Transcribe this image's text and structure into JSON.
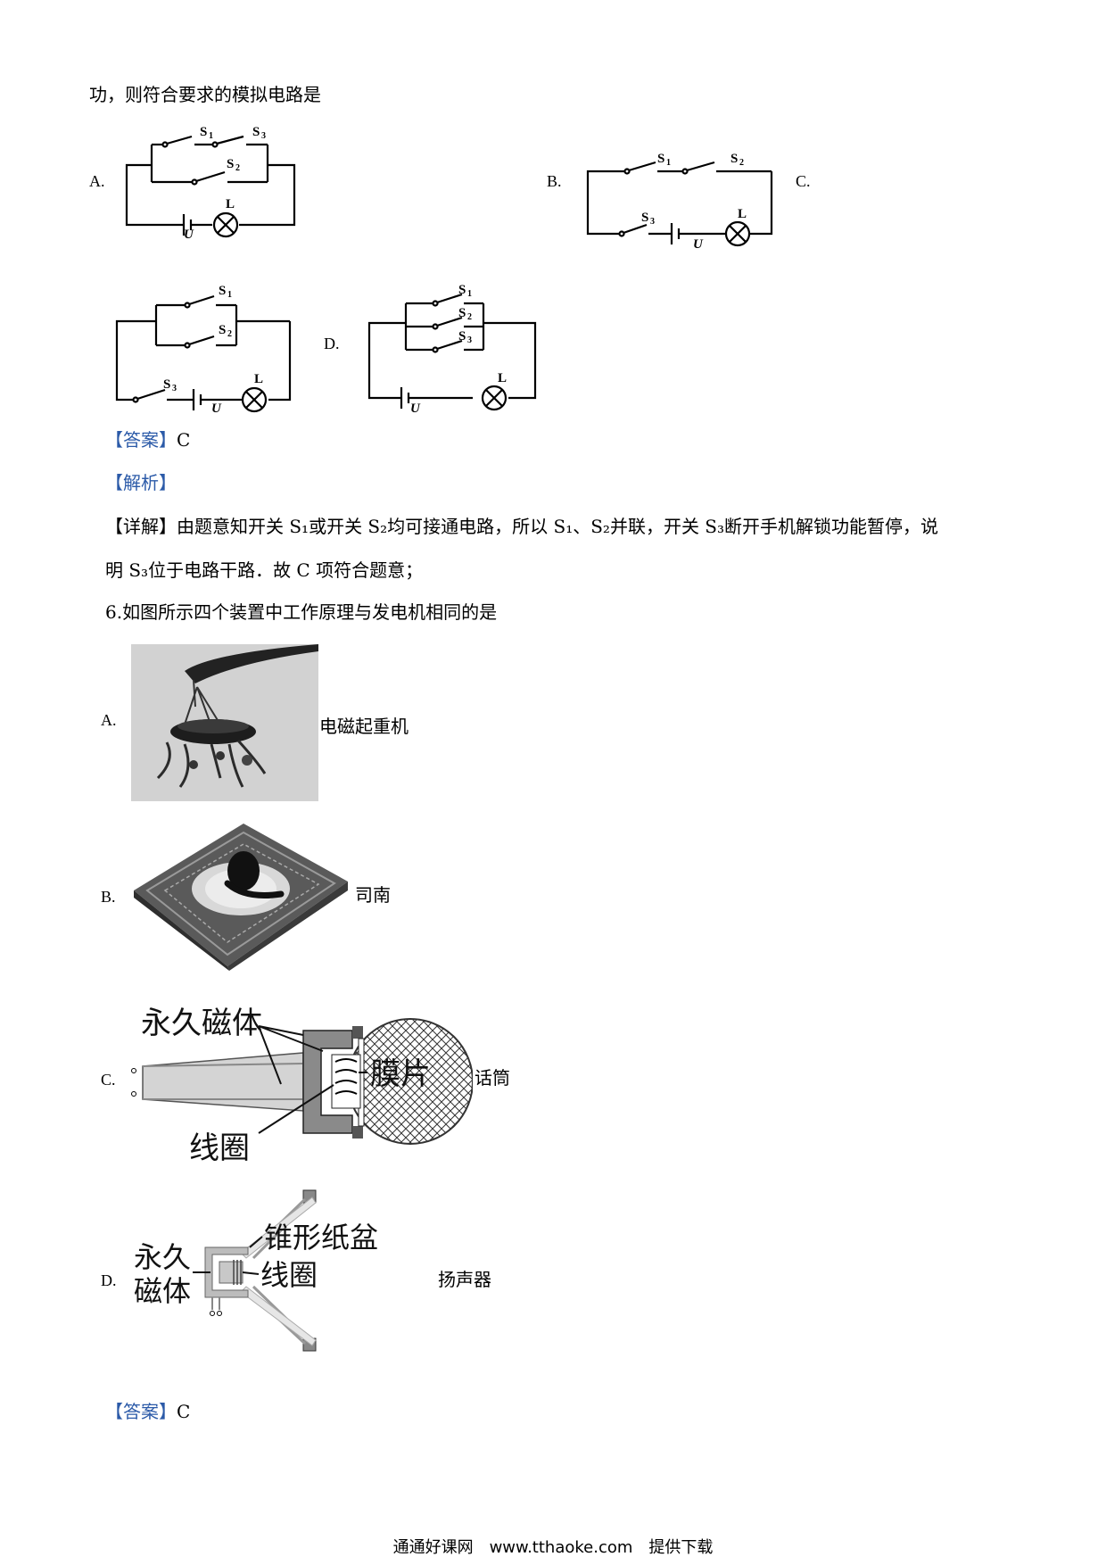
{
  "intro_line": "功，则符合要求的模拟电路是",
  "q5": {
    "options": [
      {
        "label": "A."
      },
      {
        "label": "B."
      },
      {
        "label": "C."
      },
      {
        "label": "D."
      }
    ],
    "circuit_labels": {
      "s1": "S",
      "s1_sub": "1",
      "s2": "S",
      "s2_sub": "2",
      "s3": "S",
      "s3_sub": "3",
      "lamp": "L",
      "source": "U"
    },
    "answer_tag": "【答案】",
    "answer": "C",
    "analysis_tag": "【解析】",
    "detail_tag": "【详解】",
    "detail_line1": "由题意知开关 S₁或开关 S₂均可接通电路，所以 S₁、S₂并联，开关 S₃断开手机解锁功能暂停，说",
    "detail_line2": "明 S₃位于电路干路．故 C 项符合题意；"
  },
  "q6": {
    "stem": "6.如图所示四个装置中工作原理与发电机相同的是",
    "options": [
      {
        "label": "A.",
        "caption": "电磁起重机"
      },
      {
        "label": "B.",
        "caption": "司南"
      },
      {
        "label": "C.",
        "caption": "话筒"
      },
      {
        "label": "D.",
        "caption": "扬声器"
      }
    ],
    "mic_labels": {
      "magnet": "永久磁体",
      "membrane": "膜片",
      "coil": "线圈"
    },
    "speaker_labels": {
      "magnet_line1": "永久",
      "magnet_line2": "磁体",
      "cone": "锥形纸盆",
      "coil": "线圈"
    },
    "answer_tag": "【答案】",
    "answer": "C"
  },
  "footer": "通通好课网　www.tthaoke.com　提供下载",
  "colors": {
    "tag": "#2b5aa8",
    "text": "#000000"
  }
}
